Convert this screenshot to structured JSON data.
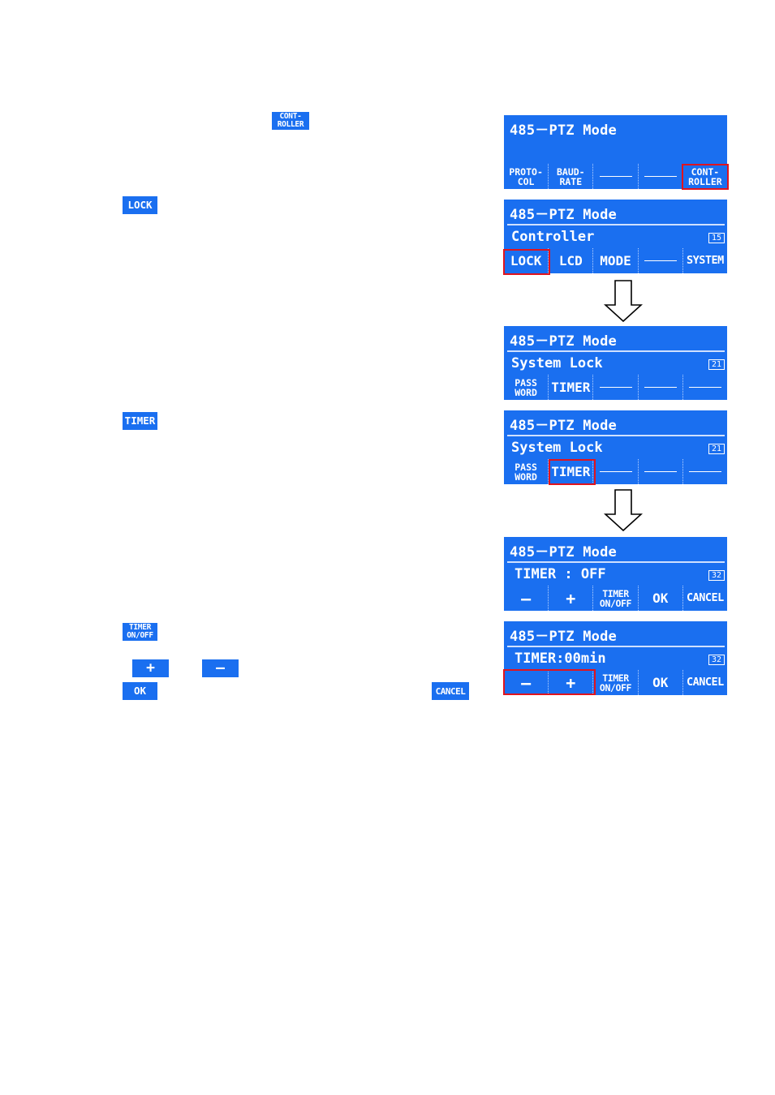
{
  "inline_buttons": {
    "controller": [
      "CONT-",
      "ROLLER"
    ],
    "lock": "LOCK",
    "timer": "TIMER",
    "timer_onoff": [
      "TIMER",
      "ON/OFF"
    ],
    "plus": "+",
    "minus": "–",
    "ok": "OK",
    "cancel": "CANCEL"
  },
  "screens": [
    {
      "title": "485－PTZ Mode",
      "subtitle": "",
      "number": "",
      "keys": [
        [
          "PROTO-",
          "COL"
        ],
        [
          "BAUD-",
          "RATE"
        ],
        "",
        "",
        [
          "CONT-",
          "ROLLER"
        ]
      ],
      "highlight": "key5"
    },
    {
      "title": "485－PTZ Mode",
      "subtitle": "Controller",
      "number": "15",
      "keys": [
        "LOCK",
        "LCD",
        "MODE",
        "",
        "SYSTEM"
      ],
      "highlight": "key1"
    },
    {
      "title": "485－PTZ Mode",
      "subtitle": "System Lock",
      "number": "21",
      "keys": [
        [
          "PASS",
          "WORD"
        ],
        "TIMER",
        "",
        "",
        ""
      ],
      "highlight": ""
    },
    {
      "title": "485－PTZ Mode",
      "subtitle": "System Lock",
      "number": "21",
      "keys": [
        [
          "PASS",
          "WORD"
        ],
        "TIMER",
        "",
        "",
        ""
      ],
      "highlight": "key2"
    },
    {
      "title": "485－PTZ Mode",
      "subtitle": "TIMER : OFF",
      "number": "32",
      "keys": [
        "–",
        "+",
        [
          "TIMER",
          "ON/OFF"
        ],
        "OK",
        "CANCEL"
      ],
      "highlight": ""
    },
    {
      "title": "485－PTZ Mode",
      "subtitle": "TIMER:00min",
      "number": "32",
      "keys": [
        "–",
        "+",
        [
          "TIMER",
          "ON/OFF"
        ],
        "OK",
        "CANCEL"
      ],
      "highlight": "key1-2"
    }
  ],
  "colors": {
    "lcd_blue": "#1a6ff0",
    "highlight_red": "#e0141e"
  },
  "icons": [
    "down-arrow-icon",
    "down-arrow-icon"
  ]
}
